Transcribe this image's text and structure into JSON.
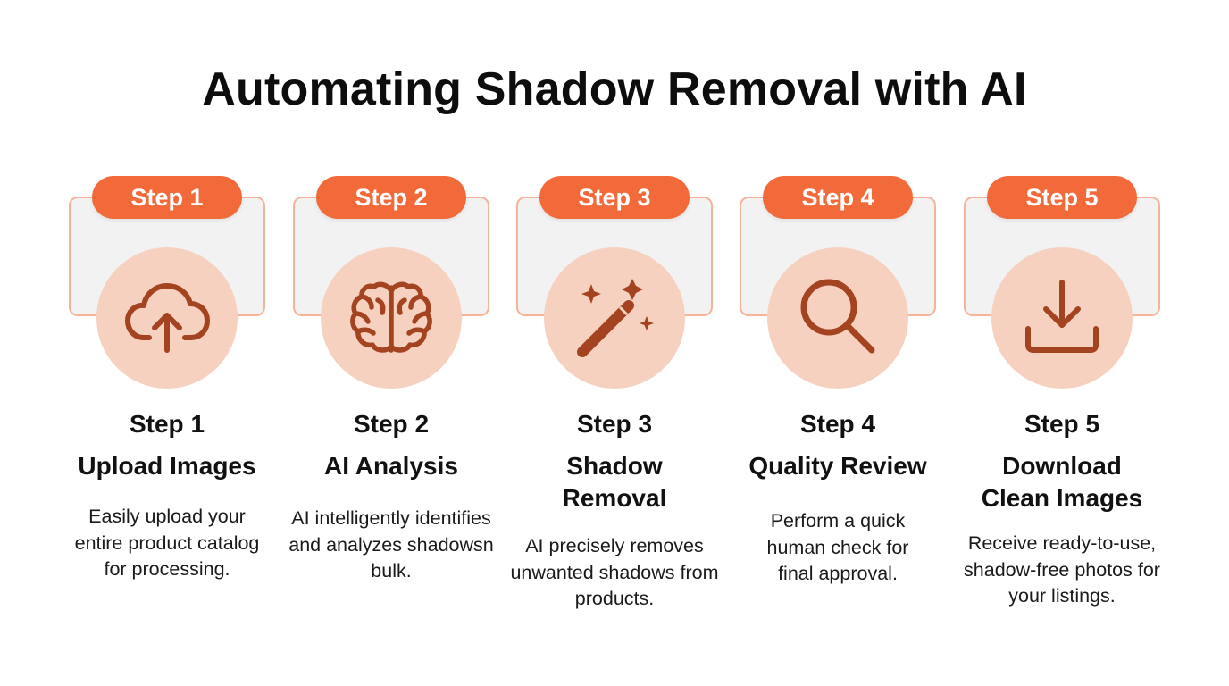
{
  "title": "Automating Shadow Removal with AI",
  "accent_color": "#f26a3a",
  "icon_color": "#a3431f",
  "steps": [
    {
      "badge": "Step 1",
      "step_label": "Step 1",
      "name": "Upload Images",
      "description": "Easily upload your entire product catalog for processing.",
      "icon": "cloud-upload-icon"
    },
    {
      "badge": "Step 2",
      "step_label": "Step 2",
      "name": "AI Analysis",
      "description": "AI intelligently identifies and analyzes shadowsn bulk.",
      "icon": "brain-icon"
    },
    {
      "badge": "Step 3",
      "step_label": "Step 3",
      "name": "Shadow Removal",
      "description": "AI precisely removes unwanted shadows from products.",
      "icon": "magic-wand-icon"
    },
    {
      "badge": "Step 4",
      "step_label": "Step 4",
      "name": "Quality Review",
      "description": "Perform a quick human check for final approval.",
      "icon": "magnifier-icon"
    },
    {
      "badge": "Step 5",
      "step_label": "Step 5",
      "name": "Download Clean Images",
      "description": "Receive ready-to-use, shadow-free photos for your listings.",
      "icon": "download-icon"
    }
  ]
}
